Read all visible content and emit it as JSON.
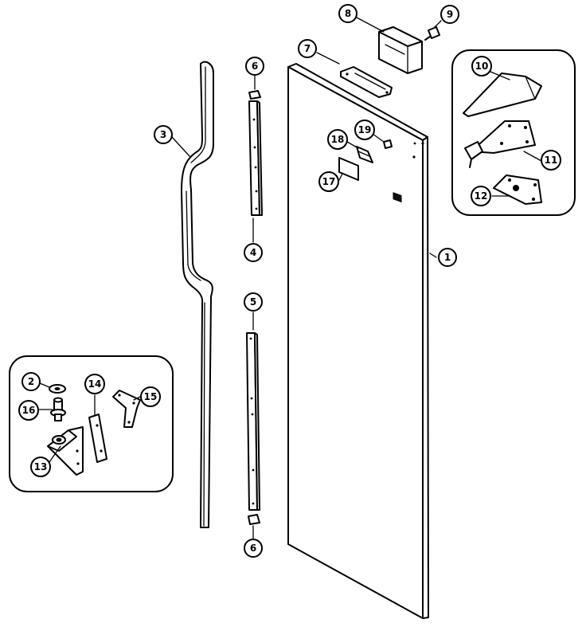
{
  "diagram": {
    "parts": [
      {
        "id": "door-panel",
        "label": "1"
      },
      {
        "id": "washer",
        "label": "2"
      },
      {
        "id": "handle",
        "label": "3"
      },
      {
        "id": "upper-trim",
        "label": "4"
      },
      {
        "id": "lower-trim",
        "label": "5"
      },
      {
        "id": "trim-end-cap-top",
        "label": "6"
      },
      {
        "id": "trim-end-cap-bottom",
        "label": "6"
      },
      {
        "id": "door-stop",
        "label": "7"
      },
      {
        "id": "hinge-block",
        "label": "8"
      },
      {
        "id": "screw-top",
        "label": "9"
      },
      {
        "id": "top-hinge-cover",
        "label": "10"
      },
      {
        "id": "top-hinge",
        "label": "11"
      },
      {
        "id": "hinge-shim",
        "label": "12"
      },
      {
        "id": "bottom-hinge",
        "label": "13"
      },
      {
        "id": "hinge-spacer",
        "label": "14"
      },
      {
        "id": "hinge-bracket",
        "label": "15"
      },
      {
        "id": "hinge-pin",
        "label": "16"
      },
      {
        "id": "label-plate",
        "label": "17"
      },
      {
        "id": "cam-bracket",
        "label": "18"
      },
      {
        "id": "screw-cam",
        "label": "19"
      }
    ]
  }
}
